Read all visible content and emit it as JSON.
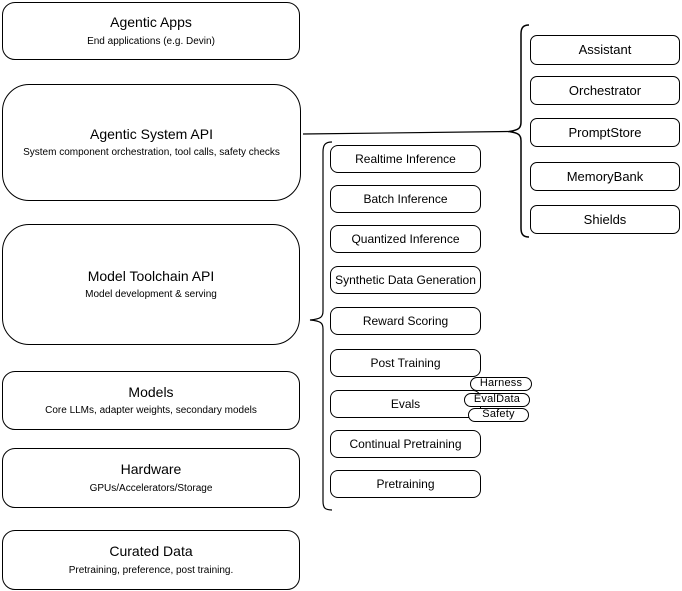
{
  "left_stack": [
    {
      "title": "Agentic Apps",
      "subtitle": "End applications (e.g. Devin)"
    },
    {
      "title": "Agentic System API",
      "subtitle": "System component orchestration, tool calls, safety checks"
    },
    {
      "title": "Model Toolchain API",
      "subtitle": "Model development & serving"
    },
    {
      "title": "Models",
      "subtitle": "Core LLMs, adapter weights, secondary models"
    },
    {
      "title": "Hardware",
      "subtitle": "GPUs/Accelerators/Storage"
    },
    {
      "title": "Curated Data",
      "subtitle": "Pretraining, preference, post training."
    }
  ],
  "toolchain": {
    "items": [
      "Realtime Inference",
      "Batch Inference",
      "Quantized Inference",
      "Synthetic Data Generation",
      "Reward Scoring",
      "Post Training",
      "Evals",
      "Continual Pretraining",
      "Pretraining"
    ]
  },
  "evals_tags": [
    "Harness",
    "EvalData",
    "Safety"
  ],
  "system_components": [
    "Assistant",
    "Orchestrator",
    "PromptStore",
    "MemoryBank",
    "Shields"
  ],
  "colors": {
    "stroke": "#000000",
    "node_fill": "#ffffff",
    "background": "#ffffff"
  }
}
